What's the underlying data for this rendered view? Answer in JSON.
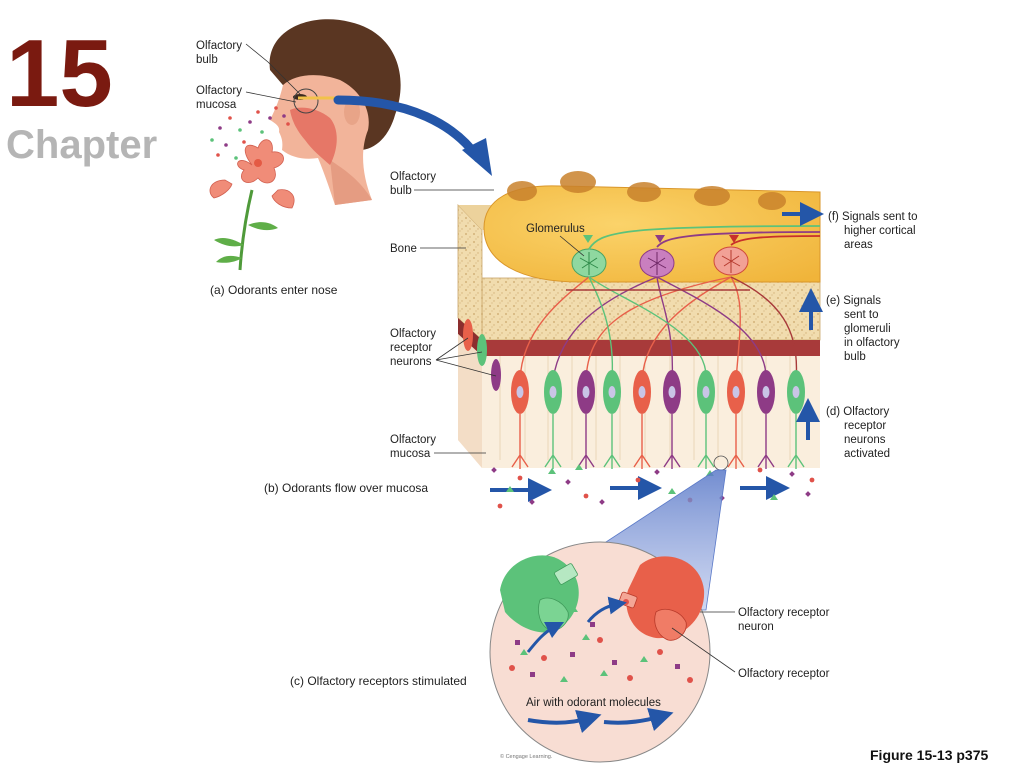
{
  "chapter": {
    "number": "15",
    "word": "Chapter"
  },
  "figure_ref": "Figure 15-13 p375",
  "copyright": "© Cengage Learning.",
  "panel_a": {
    "caption": "(a) Odorants enter nose",
    "olfactory_bulb_1": "Olfactory",
    "olfactory_bulb_2": "bulb",
    "olfactory_mucosa_1": "Olfactory",
    "olfactory_mucosa_2": "mucosa"
  },
  "panel_b": {
    "caption": "(b) Odorants flow over mucosa",
    "olfactory_bulb_1": "Olfactory",
    "olfactory_bulb_2": "bulb",
    "bone": "Bone",
    "glomerulus": "Glomerulus",
    "receptor_neurons_1": "Olfactory",
    "receptor_neurons_2": "receptor",
    "receptor_neurons_3": "neurons",
    "mucosa_1": "Olfactory",
    "mucosa_2": "mucosa"
  },
  "steps": {
    "d": [
      "(d) Olfactory",
      "receptor",
      "neurons",
      "activated"
    ],
    "e": [
      "(e) Signals",
      "sent to",
      "glomeruli",
      "in olfactory",
      "bulb"
    ],
    "f": [
      "(f) Signals sent to",
      "higher cortical",
      "areas"
    ]
  },
  "panel_c": {
    "caption": "(c) Olfactory receptors stimulated",
    "receptor_neuron_1": "Olfactory receptor",
    "receptor_neuron_2": "neuron",
    "receptor": "Olfactory receptor",
    "air": "Air with odorant molecules"
  },
  "colors": {
    "chapter_red": "#7a1a10",
    "bulb_yellow": "#f7c24a",
    "bone_tan": "#f1dcae",
    "arrow_blue": "#2456a8",
    "neuron_green": "#5cc27a",
    "neuron_red": "#e8604a",
    "neuron_purple": "#8e3b86"
  }
}
